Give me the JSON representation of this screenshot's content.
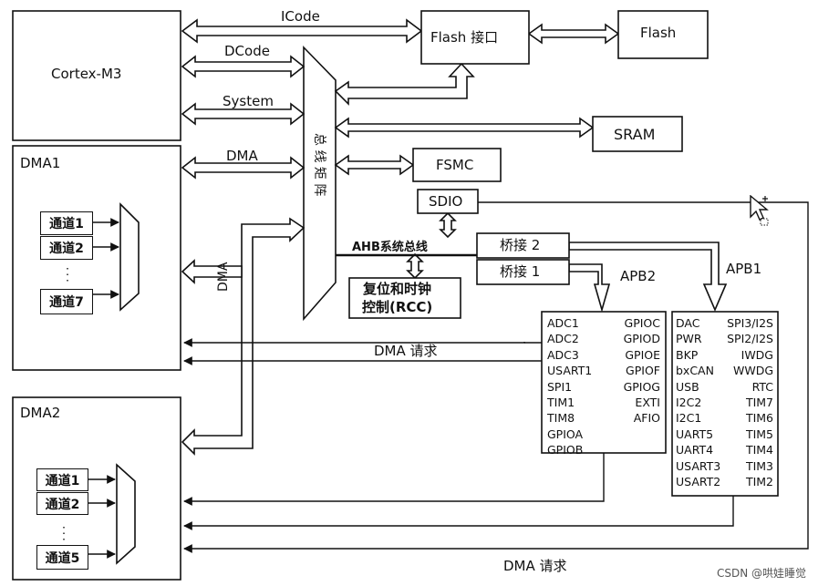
{
  "nodes": {
    "cortex": "Cortex-M3",
    "dma1": "DMA1",
    "dma2": "DMA2",
    "flash_if": "Flash 接口",
    "flash": "Flash",
    "sram": "SRAM",
    "fsmc": "FSMC",
    "sdio": "SDIO",
    "bridge2": "桥接 2",
    "bridge1": "桥接 1",
    "rcc_line1": "复位和时钟",
    "rcc_line2": "控制(RCC)"
  },
  "buses": {
    "icode": "ICode",
    "dcode": "DCode",
    "system": "System",
    "dma": "DMA",
    "dma_vertical": "DMA",
    "matrix": "总 线 矩 阵",
    "ahb": "AHB系统总线",
    "apb2": "APB2",
    "apb1": "APB1",
    "dma_req1": "DMA 请求",
    "dma_req2": "DMA 请求"
  },
  "dma1_channels": [
    "通道1",
    "通道2",
    "·",
    "通道7"
  ],
  "dma2_channels": [
    "通道1",
    "通道2",
    "·",
    "通道5"
  ],
  "apb2_left": [
    "ADC1",
    "ADC2",
    "ADC3",
    "USART1",
    "SPI1",
    "TIM1",
    "TIM8",
    "GPIOA",
    "GPIOB"
  ],
  "apb2_right": [
    "GPIOC",
    "GPIOD",
    "GPIOE",
    "GPIOF",
    "GPIOG",
    "EXTI",
    "AFIO"
  ],
  "apb1_left": [
    "DAC",
    "PWR",
    "BKP",
    "bxCAN",
    "USB",
    "I2C2",
    "I2C1",
    "UART5",
    "UART4",
    "USART3",
    "USART2"
  ],
  "apb1_right": [
    "SPI3/I2S",
    "SPI2/I2S",
    "IWDG",
    "WWDG",
    "RTC",
    "TIM7",
    "TIM6",
    "TIM5",
    "TIM4",
    "TIM3",
    "TIM2"
  ],
  "watermark": "CSDN @哄娃睡觉",
  "colors": {
    "line": "#111111",
    "background": "#ffffff"
  }
}
